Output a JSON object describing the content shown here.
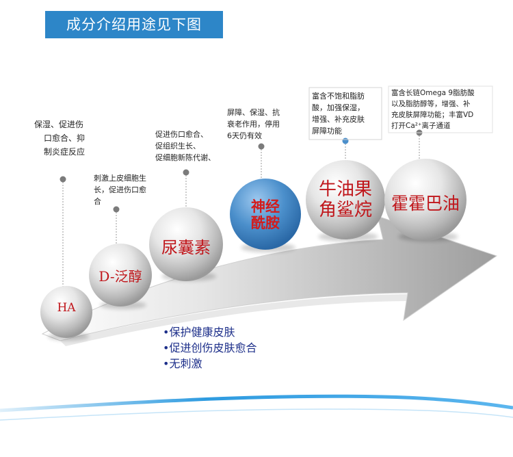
{
  "title": "成分介绍用途见下图",
  "spheres": [
    {
      "label": "HA"
    },
    {
      "label": "D-泛醇"
    },
    {
      "label": "尿囊素"
    },
    {
      "label": "神经\n酰胺"
    },
    {
      "label": "牛油果\n角鲨烷"
    },
    {
      "label": "霍霍巴油"
    }
  ],
  "notes": [
    {
      "lines": [
        "保湿、促进伤",
        "口愈合、抑",
        "制炎症反应"
      ]
    },
    {
      "lines": [
        "刺激上皮细胞生",
        "长，促进伤口愈",
        "合"
      ]
    },
    {
      "lines": [
        "促进伤口愈合、",
        "促组织生长、",
        "促细胞新陈代谢、"
      ]
    },
    {
      "lines": [
        "屏障、保湿、抗",
        "衰老作用，停用",
        "6天仍有效"
      ]
    },
    {
      "lines": [
        "富含不饱和脂肪",
        "酸，加强保湿，",
        "增强、补充皮肤",
        "屏障功能"
      ]
    },
    {
      "lines": [
        "富含长链Omega 9脂肪酸",
        "以及脂肪醇等，增强、补",
        "充皮肤屏障功能；丰富VD",
        "打开Ca²⁺离子通道"
      ]
    }
  ],
  "benefits": [
    "•保护健康皮肤",
    "•促进创伤皮肤愈合",
    "•无刺激"
  ],
  "colors": {
    "title_bg": "#2d86c8",
    "highlight_sphere": "#3e86c6",
    "sphere_text": "#c0161b",
    "benefit_text": "#1d2f8a",
    "wave": "#2e9be0"
  }
}
